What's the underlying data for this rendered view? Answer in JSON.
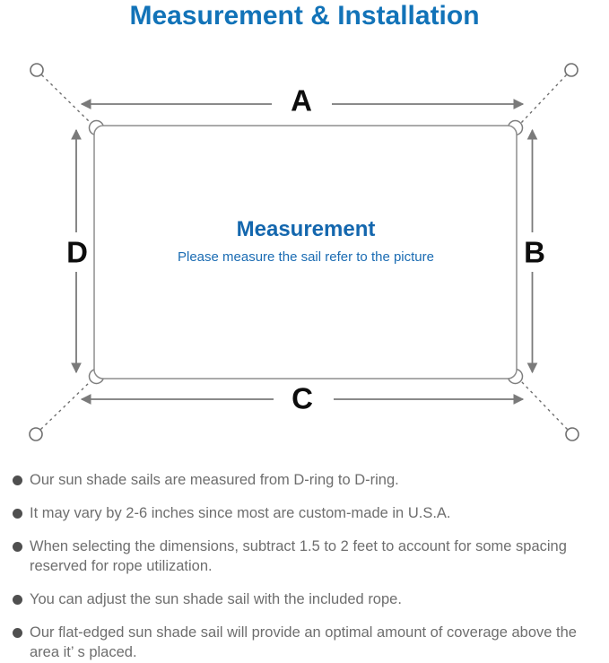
{
  "title": "Measurement & Installation",
  "colors": {
    "title_blue": "#1273b8",
    "heading_blue": "#1467ae",
    "subtitle_blue": "#1b6cb3",
    "line_gray": "#7a7a7a",
    "outline_gray": "#8d8d8d",
    "note_text_gray": "#6e6e6e",
    "bullet_gray": "#4f4f4f",
    "label_black": "#0d0d0d"
  },
  "diagram": {
    "heading": "Measurement",
    "subheading": "Please measure the sail refer to the picture",
    "labels": {
      "top": "A",
      "right": "B",
      "bottom": "C",
      "left": "D"
    },
    "icons": {
      "corner_rings": "d-ring-icon",
      "anchor_points": "anchor-circle-icon",
      "ties": "dashed-tie-line",
      "dimension_arrows": "double-headed-arrow"
    }
  },
  "notes": {
    "items": [
      "Our sun shade sails are measured from D-ring to D-ring.",
      "It may vary by 2-6 inches since most are custom-made in U.S.A.",
      "When selecting the dimensions, subtract 1.5 to 2 feet to account for some spacing reserved for rope utilization.",
      "You can adjust the sun shade sail with the included rope.",
      "Our flat-edged sun shade sail will provide an optimal amount of coverage above the area it’ s placed."
    ]
  }
}
